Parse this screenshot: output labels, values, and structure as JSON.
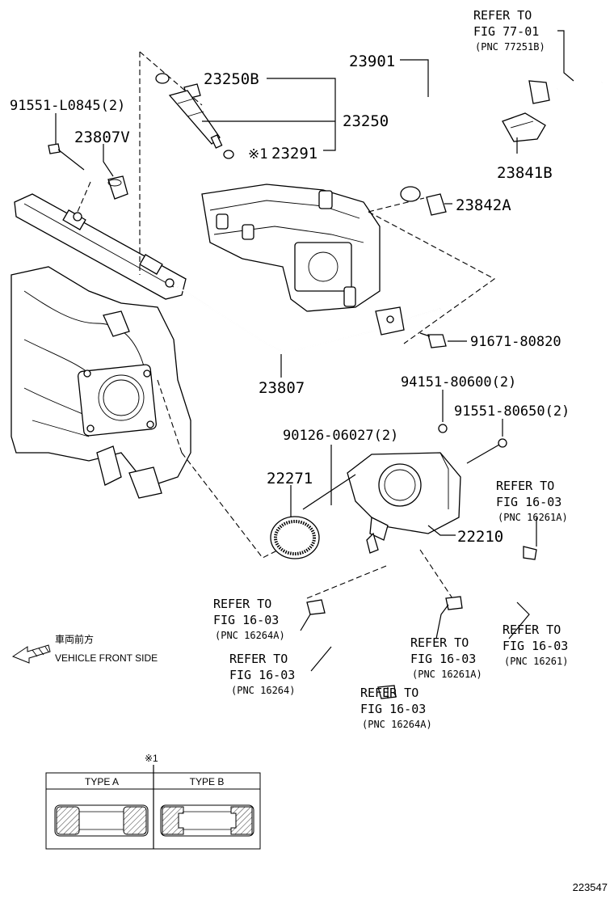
{
  "labels": {
    "p23250B": "23250B",
    "p23250": "23250",
    "p23291": "23291",
    "mark1": "※1",
    "p91551_L0845": "91551-L0845(2)",
    "p23807V": "23807V",
    "p23901": "23901",
    "p23841B": "23841B",
    "p23842A": "23842A",
    "p91671_80820": "91671-80820",
    "p23807": "23807",
    "p94151_80600": "94151-80600(2)",
    "p91551_80650": "91551-80650(2)",
    "p90126_06027": "90126-06027(2)",
    "p22271": "22271",
    "p22210": "22210"
  },
  "refs": {
    "r1": {
      "l1": "REFER TO",
      "l2": "FIG 77-01",
      "l3": "(PNC 77251B)"
    },
    "r2": {
      "l1": "REFER TO",
      "l2": "FIG 16-03",
      "l3": "(PNC 16261A)"
    },
    "r3": {
      "l1": "REFER TO",
      "l2": "FIG 16-03",
      "l3": "(PNC 16264A)"
    },
    "r4": {
      "l1": "REFER TO",
      "l2": "FIG 16-03",
      "l3": "(PNC 16264)"
    },
    "r5": {
      "l1": "REFER TO",
      "l2": "FIG 16-03",
      "l3": "(PNC 16261A)"
    },
    "r6": {
      "l1": "REFER TO",
      "l2": "FIG 16-03",
      "l3": "(PNC 16261)"
    },
    "r7": {
      "l1": "REFER TO",
      "l2": "FIG 16-03",
      "l3": "(PNC 16264A)"
    }
  },
  "front": {
    "jp": "車両前方",
    "en": "VEHICLE FRONT SIDE"
  },
  "legend": {
    "mark": "※1",
    "typeA": "TYPE A",
    "typeB": "TYPE B"
  },
  "figure_id": "223547"
}
